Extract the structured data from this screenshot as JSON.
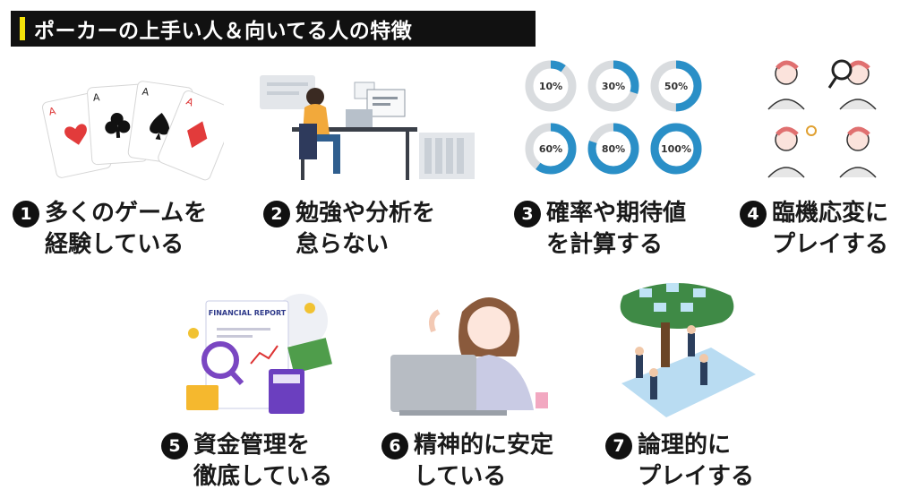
{
  "title": "ポーカーの上手い人＆向いてる人の特徴",
  "colors": {
    "title_bg": "#111111",
    "title_accent": "#f4e20a",
    "ring": "#2a8fc7",
    "ring_track": "#d9dcdf"
  },
  "items": [
    {
      "num": "1",
      "line1": "多くのゲームを",
      "line2": "経験している",
      "icon": "playing-cards-icon"
    },
    {
      "num": "2",
      "line1": "勉強や分析を",
      "line2": "怠らない",
      "icon": "person-at-desk-icon"
    },
    {
      "num": "3",
      "line1": "確率や期待値",
      "line2": "を計算する",
      "icon": "percentage-rings-icon"
    },
    {
      "num": "4",
      "line1": "臨機応変に",
      "line2": "プレイする",
      "icon": "thinking-people-icon"
    },
    {
      "num": "5",
      "line1": "資金管理を",
      "line2": "徹底している",
      "icon": "financial-report-icon"
    },
    {
      "num": "6",
      "line1": "精神的に安定",
      "line2": "している",
      "icon": "calm-woman-laptop-icon"
    },
    {
      "num": "7",
      "line1": "論理的に",
      "line2": "プレイする",
      "icon": "logic-tree-icon"
    }
  ],
  "rings": [
    "10%",
    "30%",
    "50%",
    "60%",
    "80%",
    "100%"
  ],
  "report_label": "FINANCIAL REPORT",
  "cards": [
    "A",
    "A",
    "A",
    "A"
  ]
}
